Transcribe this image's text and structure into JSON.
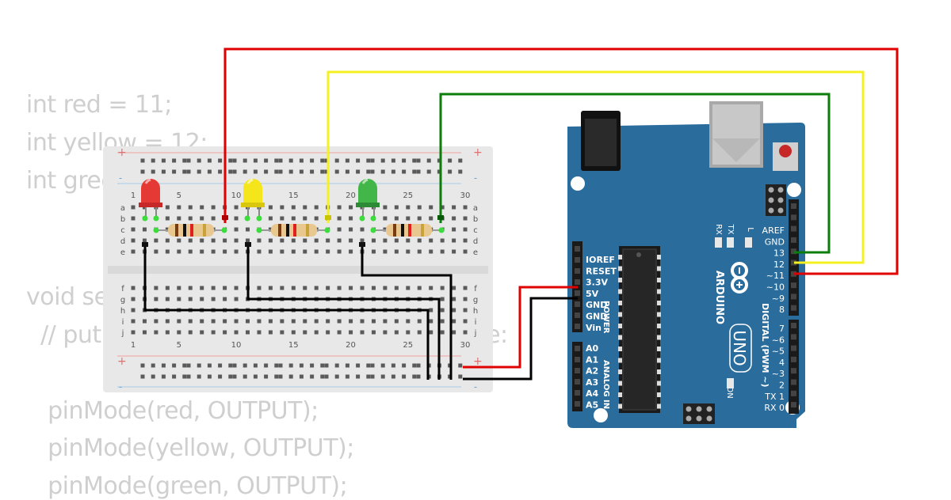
{
  "code": {
    "lines": [
      "int red = 11;",
      "int yellow = 12;",
      "int green = 10;",
      "",
      "void setup() {",
      "  // put your setup code here, to run once:",
      "",
      "   pinMode(red, OUTPUT);",
      "   pinMode(yellow, OUTPUT);",
      "   pinMode(green, OUTPUT);"
    ]
  },
  "breadboard": {
    "plus_sign": "+",
    "minus_sign": "-",
    "row_letters_top": [
      "a",
      "b",
      "c",
      "d",
      "e"
    ],
    "row_letters_bottom": [
      "f",
      "g",
      "h",
      "i",
      "j"
    ],
    "column_labels": [
      "1",
      "5",
      "10",
      "15",
      "20",
      "25",
      "30"
    ],
    "leds": [
      {
        "color": "red",
        "fill": "#e53935"
      },
      {
        "color": "yellow",
        "fill": "#f5e61b"
      },
      {
        "color": "green",
        "fill": "#43b649"
      }
    ]
  },
  "wires": {
    "red": "#e00000",
    "yellow": "#f5f020",
    "green": "#0b7d0b",
    "black": "#000000"
  },
  "arduino": {
    "brand": "ARDUINO",
    "model": "UNO",
    "power_header_title": "POWER",
    "analog_header_title": "ANALOG IN",
    "digital_header_title": "DIGITAL (PWM ~)",
    "power_pins": [
      "IOREF",
      "RESET",
      "3.3V",
      "5V",
      "GND",
      "GND",
      "Vin"
    ],
    "analog_pins": [
      "A0",
      "A1",
      "A2",
      "A3",
      "A4",
      "A5"
    ],
    "digital_pins_upper": [
      "AREF",
      "GND",
      "13",
      "12",
      "~11",
      "~10",
      "~9",
      "8"
    ],
    "digital_pins_lower": [
      "7",
      "~6",
      "~5",
      "4",
      "~3",
      "2",
      "TX 1",
      "RX 0"
    ],
    "led_labels": [
      "TX",
      "RX",
      "L",
      "ON"
    ],
    "board_color": "#2a6c9c"
  }
}
